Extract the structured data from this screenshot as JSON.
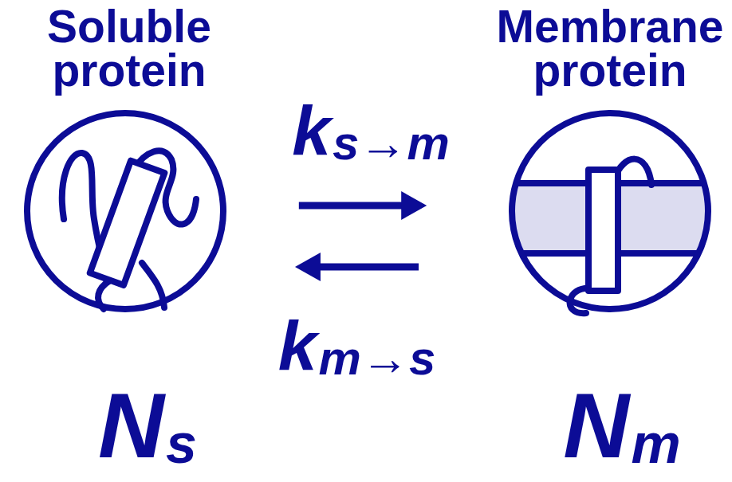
{
  "diagram": {
    "nodes": [
      {
        "text": [
          "Soluble protein",
          "Ns"
        ]
      },
      {
        "text": [
          "Membrane protein",
          "Nm"
        ]
      }
    ],
    "edges": [
      {
        "from": 0,
        "to": 1,
        "arrow": "to",
        "label": "ks→m"
      },
      {
        "from": 1,
        "to": 0,
        "arrow": "to",
        "label": "km→s"
      }
    ]
  }
}
